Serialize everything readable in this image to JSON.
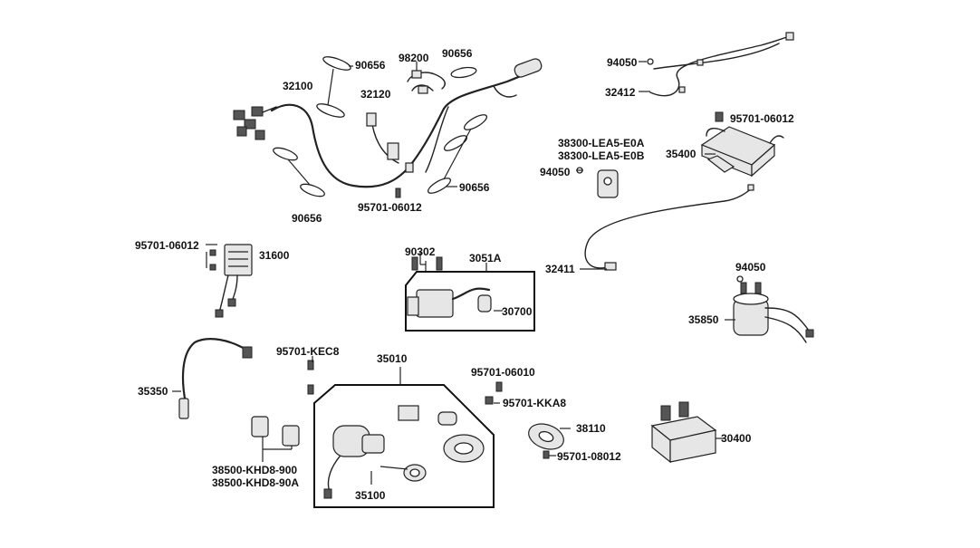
{
  "diagram": {
    "title": "",
    "parts": [
      {
        "id": "l-32100",
        "label": "32100"
      },
      {
        "id": "l-90656-a",
        "label": "90656"
      },
      {
        "id": "l-98200",
        "label": "98200"
      },
      {
        "id": "l-90656-b",
        "label": "90656"
      },
      {
        "id": "l-32120",
        "label": "32120"
      },
      {
        "id": "l-90656-c",
        "label": "90656"
      },
      {
        "id": "l-90656-d",
        "label": "90656"
      },
      {
        "id": "l-95701-06012-a",
        "label": "95701-06012"
      },
      {
        "id": "l-94050-a",
        "label": "94050"
      },
      {
        "id": "l-32412",
        "label": "32412"
      },
      {
        "id": "l-95701-06012-b",
        "label": "95701-06012"
      },
      {
        "id": "l-38300-lea5-e0a",
        "label": "38300-LEA5-E0A"
      },
      {
        "id": "l-38300-lea5-e0b",
        "label": "38300-LEA5-E0B"
      },
      {
        "id": "l-35400",
        "label": "35400"
      },
      {
        "id": "l-94050-b",
        "label": "94050"
      },
      {
        "id": "l-95701-06012-c",
        "label": "95701-06012"
      },
      {
        "id": "l-31600",
        "label": "31600"
      },
      {
        "id": "l-90302",
        "label": "90302"
      },
      {
        "id": "l-3051a",
        "label": "3051A"
      },
      {
        "id": "l-32411",
        "label": "32411"
      },
      {
        "id": "l-94050-c",
        "label": "94050"
      },
      {
        "id": "l-30700",
        "label": "30700"
      },
      {
        "id": "l-35850",
        "label": "35850"
      },
      {
        "id": "l-95701-kec8",
        "label": "95701-KEC8"
      },
      {
        "id": "l-35010",
        "label": "35010"
      },
      {
        "id": "l-95701-06010",
        "label": "95701-06010"
      },
      {
        "id": "l-35350",
        "label": "35350"
      },
      {
        "id": "l-95701-kka8",
        "label": "95701-KKA8"
      },
      {
        "id": "l-38110",
        "label": "38110"
      },
      {
        "id": "l-30400",
        "label": "30400"
      },
      {
        "id": "l-95701-08012",
        "label": "95701-08012"
      },
      {
        "id": "l-38500-khd8-900",
        "label": "38500-KHD8-900"
      },
      {
        "id": "l-38500-khd8-90a",
        "label": "38500-KHD8-90A"
      },
      {
        "id": "l-35100",
        "label": "35100"
      }
    ]
  }
}
